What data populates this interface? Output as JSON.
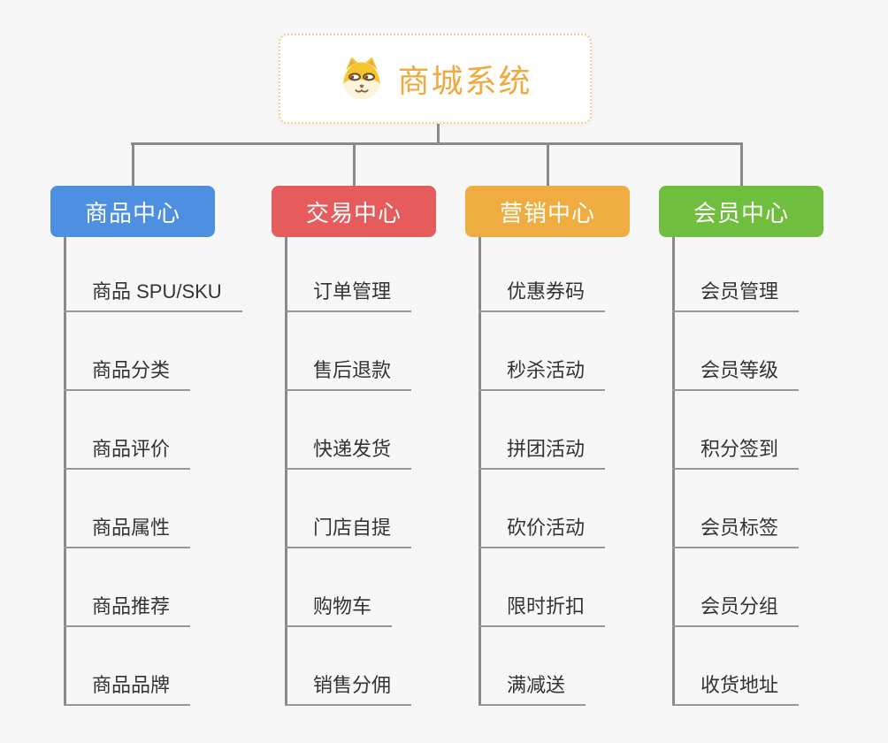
{
  "root": {
    "title": "商城系统",
    "icon": "dog-icon"
  },
  "branches": [
    {
      "label": "商品中心",
      "color": "#4d90e2",
      "children": [
        "商品 SPU/SKU",
        "商品分类",
        "商品评价",
        "商品属性",
        "商品推荐",
        "商品品牌"
      ]
    },
    {
      "label": "交易中心",
      "color": "#e65c5c",
      "children": [
        "订单管理",
        "售后退款",
        "快递发货",
        "门店自提",
        "购物车",
        "销售分佣"
      ]
    },
    {
      "label": "营销中心",
      "color": "#efac40",
      "children": [
        "优惠券码",
        "秒杀活动",
        "拼团活动",
        "砍价活动",
        "限时折扣",
        "满减送"
      ]
    },
    {
      "label": "会员中心",
      "color": "#6fbe3e",
      "children": [
        "会员管理",
        "会员等级",
        "积分签到",
        "会员标签",
        "会员分组",
        "收货地址"
      ]
    }
  ],
  "style": {
    "connector_color": "#8a8a8a",
    "underline_color": "#979797",
    "leaf_text_color": "#333333",
    "root_text_color": "#f0a93f",
    "root_border_color": "#f3cd8e",
    "background_color": "#f7f7f7"
  }
}
